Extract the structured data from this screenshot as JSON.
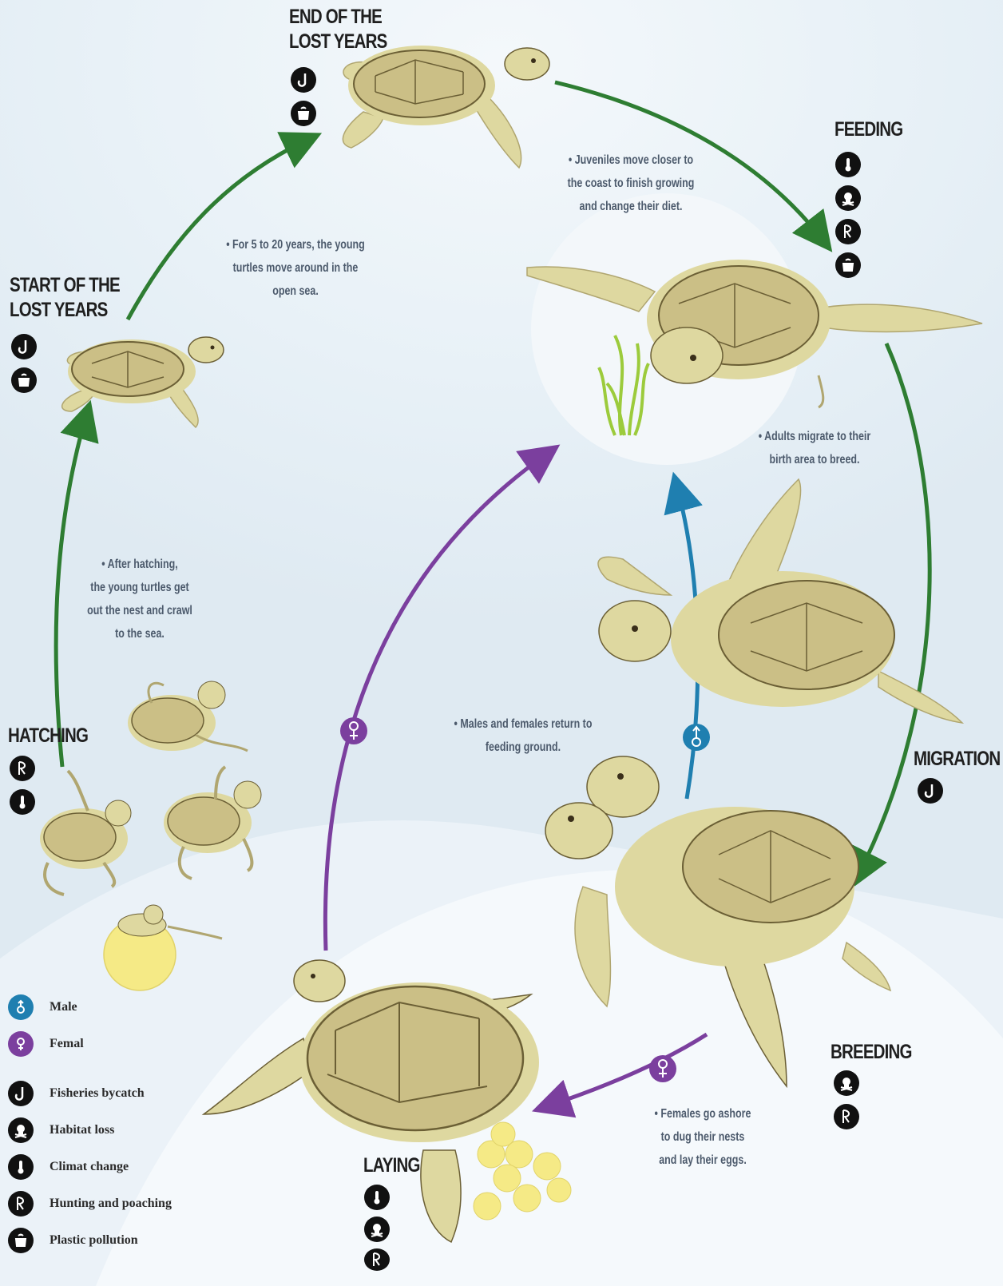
{
  "stages": {
    "end_lost_years": "END OF THE\nLOST YEARS",
    "feeding": "FEEDING",
    "start_lost_years": "START OF THE\nLOST YEARS",
    "hatching": "HATCHING",
    "migration": "MIGRATION",
    "breeding": "BREEDING",
    "laying": "LAYING"
  },
  "notes": {
    "juveniles": "• Juveniles move closer to\nthe coast to finish growing\nand change their diet.",
    "open_sea": "• For 5 to 20 years, the young\nturtles move around in the\nopen sea.",
    "adults_migrate": "• Adults migrate to their\nbirth area to breed.",
    "after_hatching": "• After hatching,\nthe young turtles get\nout the nest and crawl\nto the sea.",
    "return_feeding": "• Males and females return to\nfeeding ground.",
    "females_ashore": "• Females go ashore\nto dug their nests\nand lay their eggs."
  },
  "legend": {
    "male": "Male",
    "female": "Femal",
    "bycatch": "Fisheries bycatch",
    "habitat": "Habitat loss",
    "climate": "Climat change",
    "hunting": "Hunting and poaching",
    "plastic": "Plastic pollution"
  },
  "threat_icons": {
    "end_lost_years": [
      "hook-icon",
      "plastic-bag-icon"
    ],
    "feeding": [
      "thermometer-icon",
      "skull-icon",
      "harpoon-icon",
      "plastic-bag-icon"
    ],
    "start_lost_years": [
      "hook-icon",
      "plastic-bag-icon"
    ],
    "hatching": [
      "harpoon-icon",
      "thermometer-icon"
    ],
    "migration": [
      "hook-icon"
    ],
    "breeding": [
      "skull-icon",
      "harpoon-icon"
    ],
    "laying": [
      "thermometer-icon",
      "skull-icon",
      "harpoon-icon"
    ]
  },
  "colors": {
    "green_arrow": "#2e7d32",
    "purple_arrow": "#7b3f9e",
    "blue_arrow": "#1f7fb0",
    "turtle_body": "#ded8a0",
    "turtle_shell": "#cbbf86",
    "egg": "#f5ea86"
  }
}
